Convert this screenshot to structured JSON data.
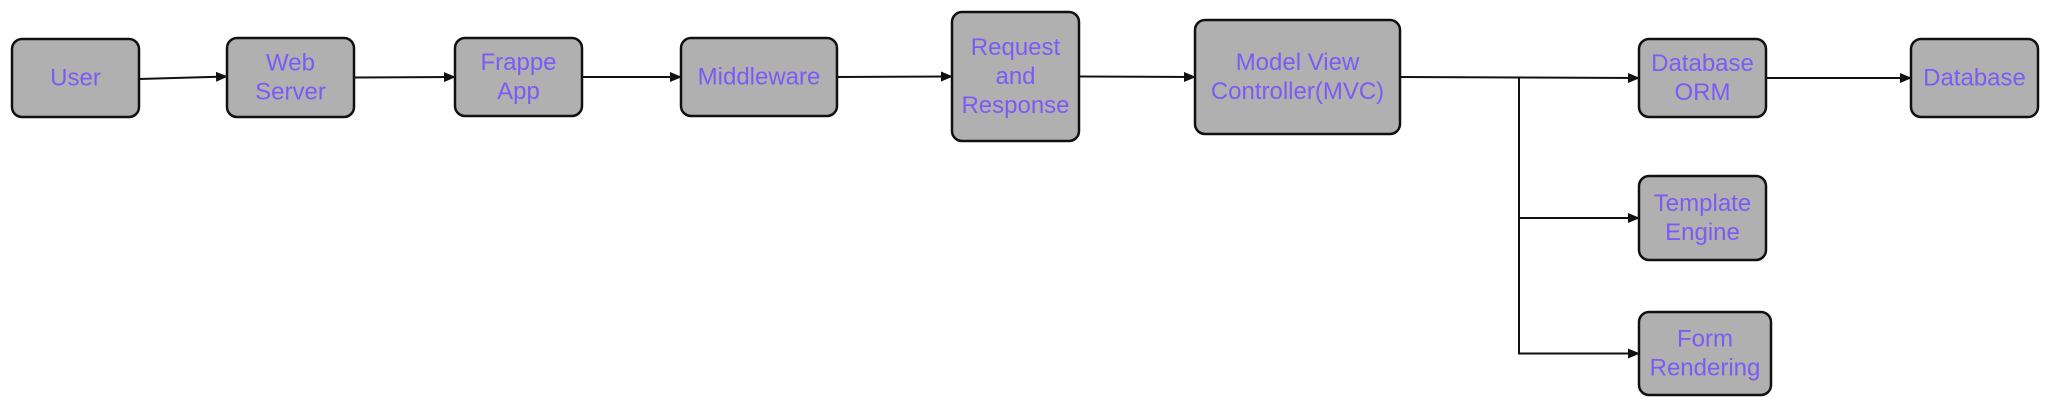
{
  "colors": {
    "node_fill": "#b0b0b0",
    "node_border": "#111111",
    "label_text": "#7a5cf5",
    "edge": "#111111",
    "background": "#ffffff"
  },
  "nodes": [
    {
      "id": "user",
      "lines": [
        "User"
      ]
    },
    {
      "id": "web-server",
      "lines": [
        "Web",
        "Server"
      ]
    },
    {
      "id": "frappe-app",
      "lines": [
        "Frappe",
        "App"
      ]
    },
    {
      "id": "middleware",
      "lines": [
        "Middleware"
      ]
    },
    {
      "id": "request-response",
      "lines": [
        "Request",
        "and",
        "Response"
      ]
    },
    {
      "id": "mvc",
      "lines": [
        "Model View",
        "Controller(MVC)"
      ]
    },
    {
      "id": "database-orm",
      "lines": [
        "Database",
        "ORM"
      ]
    },
    {
      "id": "database",
      "lines": [
        "Database"
      ]
    },
    {
      "id": "template-engine",
      "lines": [
        "Template",
        "Engine"
      ]
    },
    {
      "id": "form-rendering",
      "lines": [
        "Form",
        "Rendering"
      ]
    }
  ],
  "edges": [
    {
      "from": "user",
      "to": "web-server"
    },
    {
      "from": "web-server",
      "to": "frappe-app"
    },
    {
      "from": "frappe-app",
      "to": "middleware"
    },
    {
      "from": "middleware",
      "to": "request-response"
    },
    {
      "from": "request-response",
      "to": "mvc"
    },
    {
      "from": "mvc",
      "to": "database-orm"
    },
    {
      "from": "database-orm",
      "to": "database"
    },
    {
      "from": "mvc",
      "to": "template-engine"
    },
    {
      "from": "mvc",
      "to": "form-rendering"
    }
  ]
}
